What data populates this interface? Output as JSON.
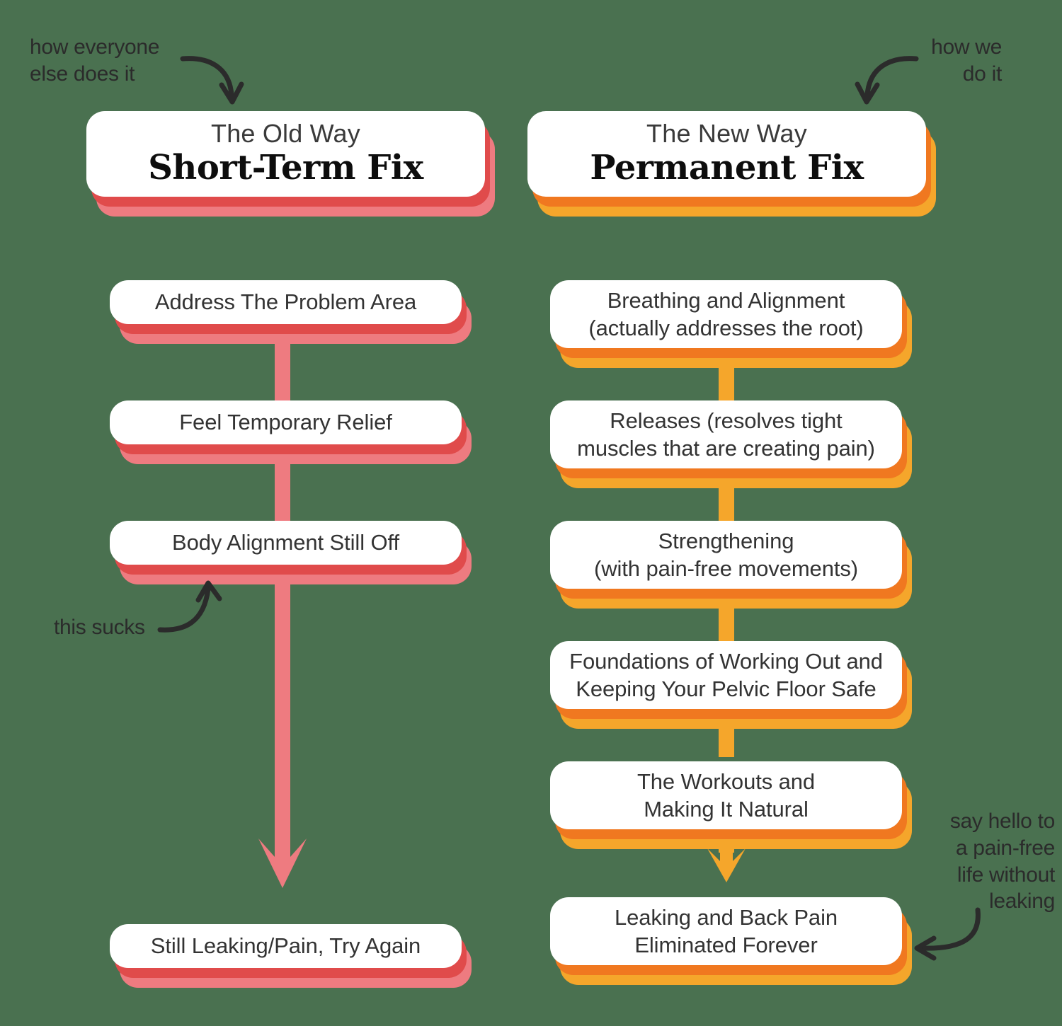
{
  "background_color": "#4a7150",
  "palette": {
    "red_dark": "#e04b4b",
    "red_light": "#ee7b80",
    "pink_line": "#ee7b80",
    "orange_dark": "#f07820",
    "orange_light": "#f5a62b",
    "card_white": "#ffffff",
    "text_dark": "#333333",
    "annotation_ink": "#2b2b2b"
  },
  "annotations": {
    "top_left": "how everyone\nelse does it",
    "top_right": "how we\ndo it",
    "mid_left": "this sucks",
    "bottom_right": "say hello to\na pain-free\nlife without\nleaking"
  },
  "columns": {
    "left": {
      "header": {
        "eyebrow": "The Old Way",
        "title": "Short-Term Fix"
      },
      "steps": [
        {
          "text": "Address The Problem Area"
        },
        {
          "text": "Feel Temporary Relief"
        },
        {
          "text": "Body Alignment Still Off"
        },
        {
          "text": "Still Leaking/Pain, Try Again"
        }
      ]
    },
    "right": {
      "header": {
        "eyebrow": "The New Way",
        "title": "Permanent Fix"
      },
      "steps": [
        {
          "text": "Breathing and Alignment\n(actually addresses the root)"
        },
        {
          "text": "Releases (resolves tight\nmuscles that are creating pain)"
        },
        {
          "text": "Strengthening\n(with pain-free movements)"
        },
        {
          "text": "Foundations of Working Out and\nKeeping Your Pelvic Floor Safe"
        },
        {
          "text": "The Workouts and\nMaking It Natural"
        },
        {
          "text": "Leaking and Back Pain\nEliminated Forever"
        }
      ]
    }
  }
}
